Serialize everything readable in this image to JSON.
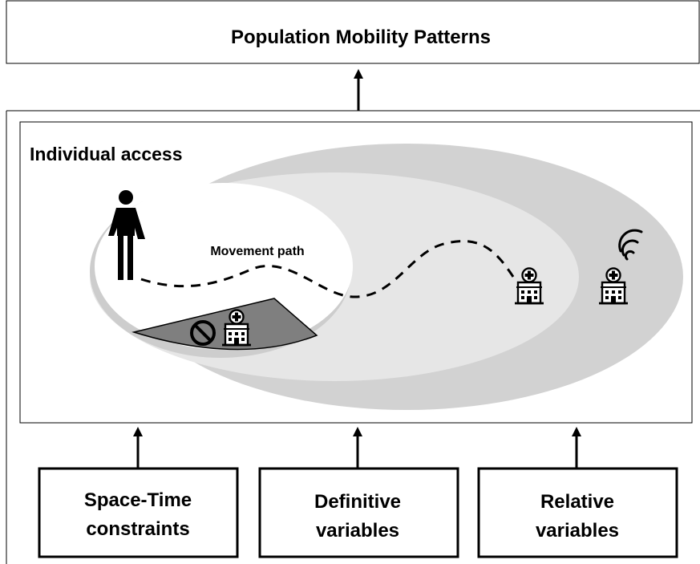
{
  "top_box": {
    "title": "Population Mobility Patterns"
  },
  "individual_access": {
    "title": "Individual access",
    "path_label": "Movement path"
  },
  "factors": [
    {
      "line1": "Space-Time",
      "line2": "constraints"
    },
    {
      "line1": "Definitive",
      "line2": "variables"
    },
    {
      "line1": "Relative",
      "line2": "variables"
    }
  ],
  "colors": {
    "outer_ellipse": "#d2d2d2",
    "middle_ellipse": "#e6e6e6",
    "inner_ellipse": "#ffffff",
    "blocked_sector": "#7f7f7f",
    "stroke": "#000000"
  },
  "icons": {
    "person": "person-icon",
    "blocked": "no-entry-icon",
    "blocked_facility": "hospital-icon",
    "facility": "hospital-icon",
    "wifi_facility": "hospital-wifi-icon"
  }
}
